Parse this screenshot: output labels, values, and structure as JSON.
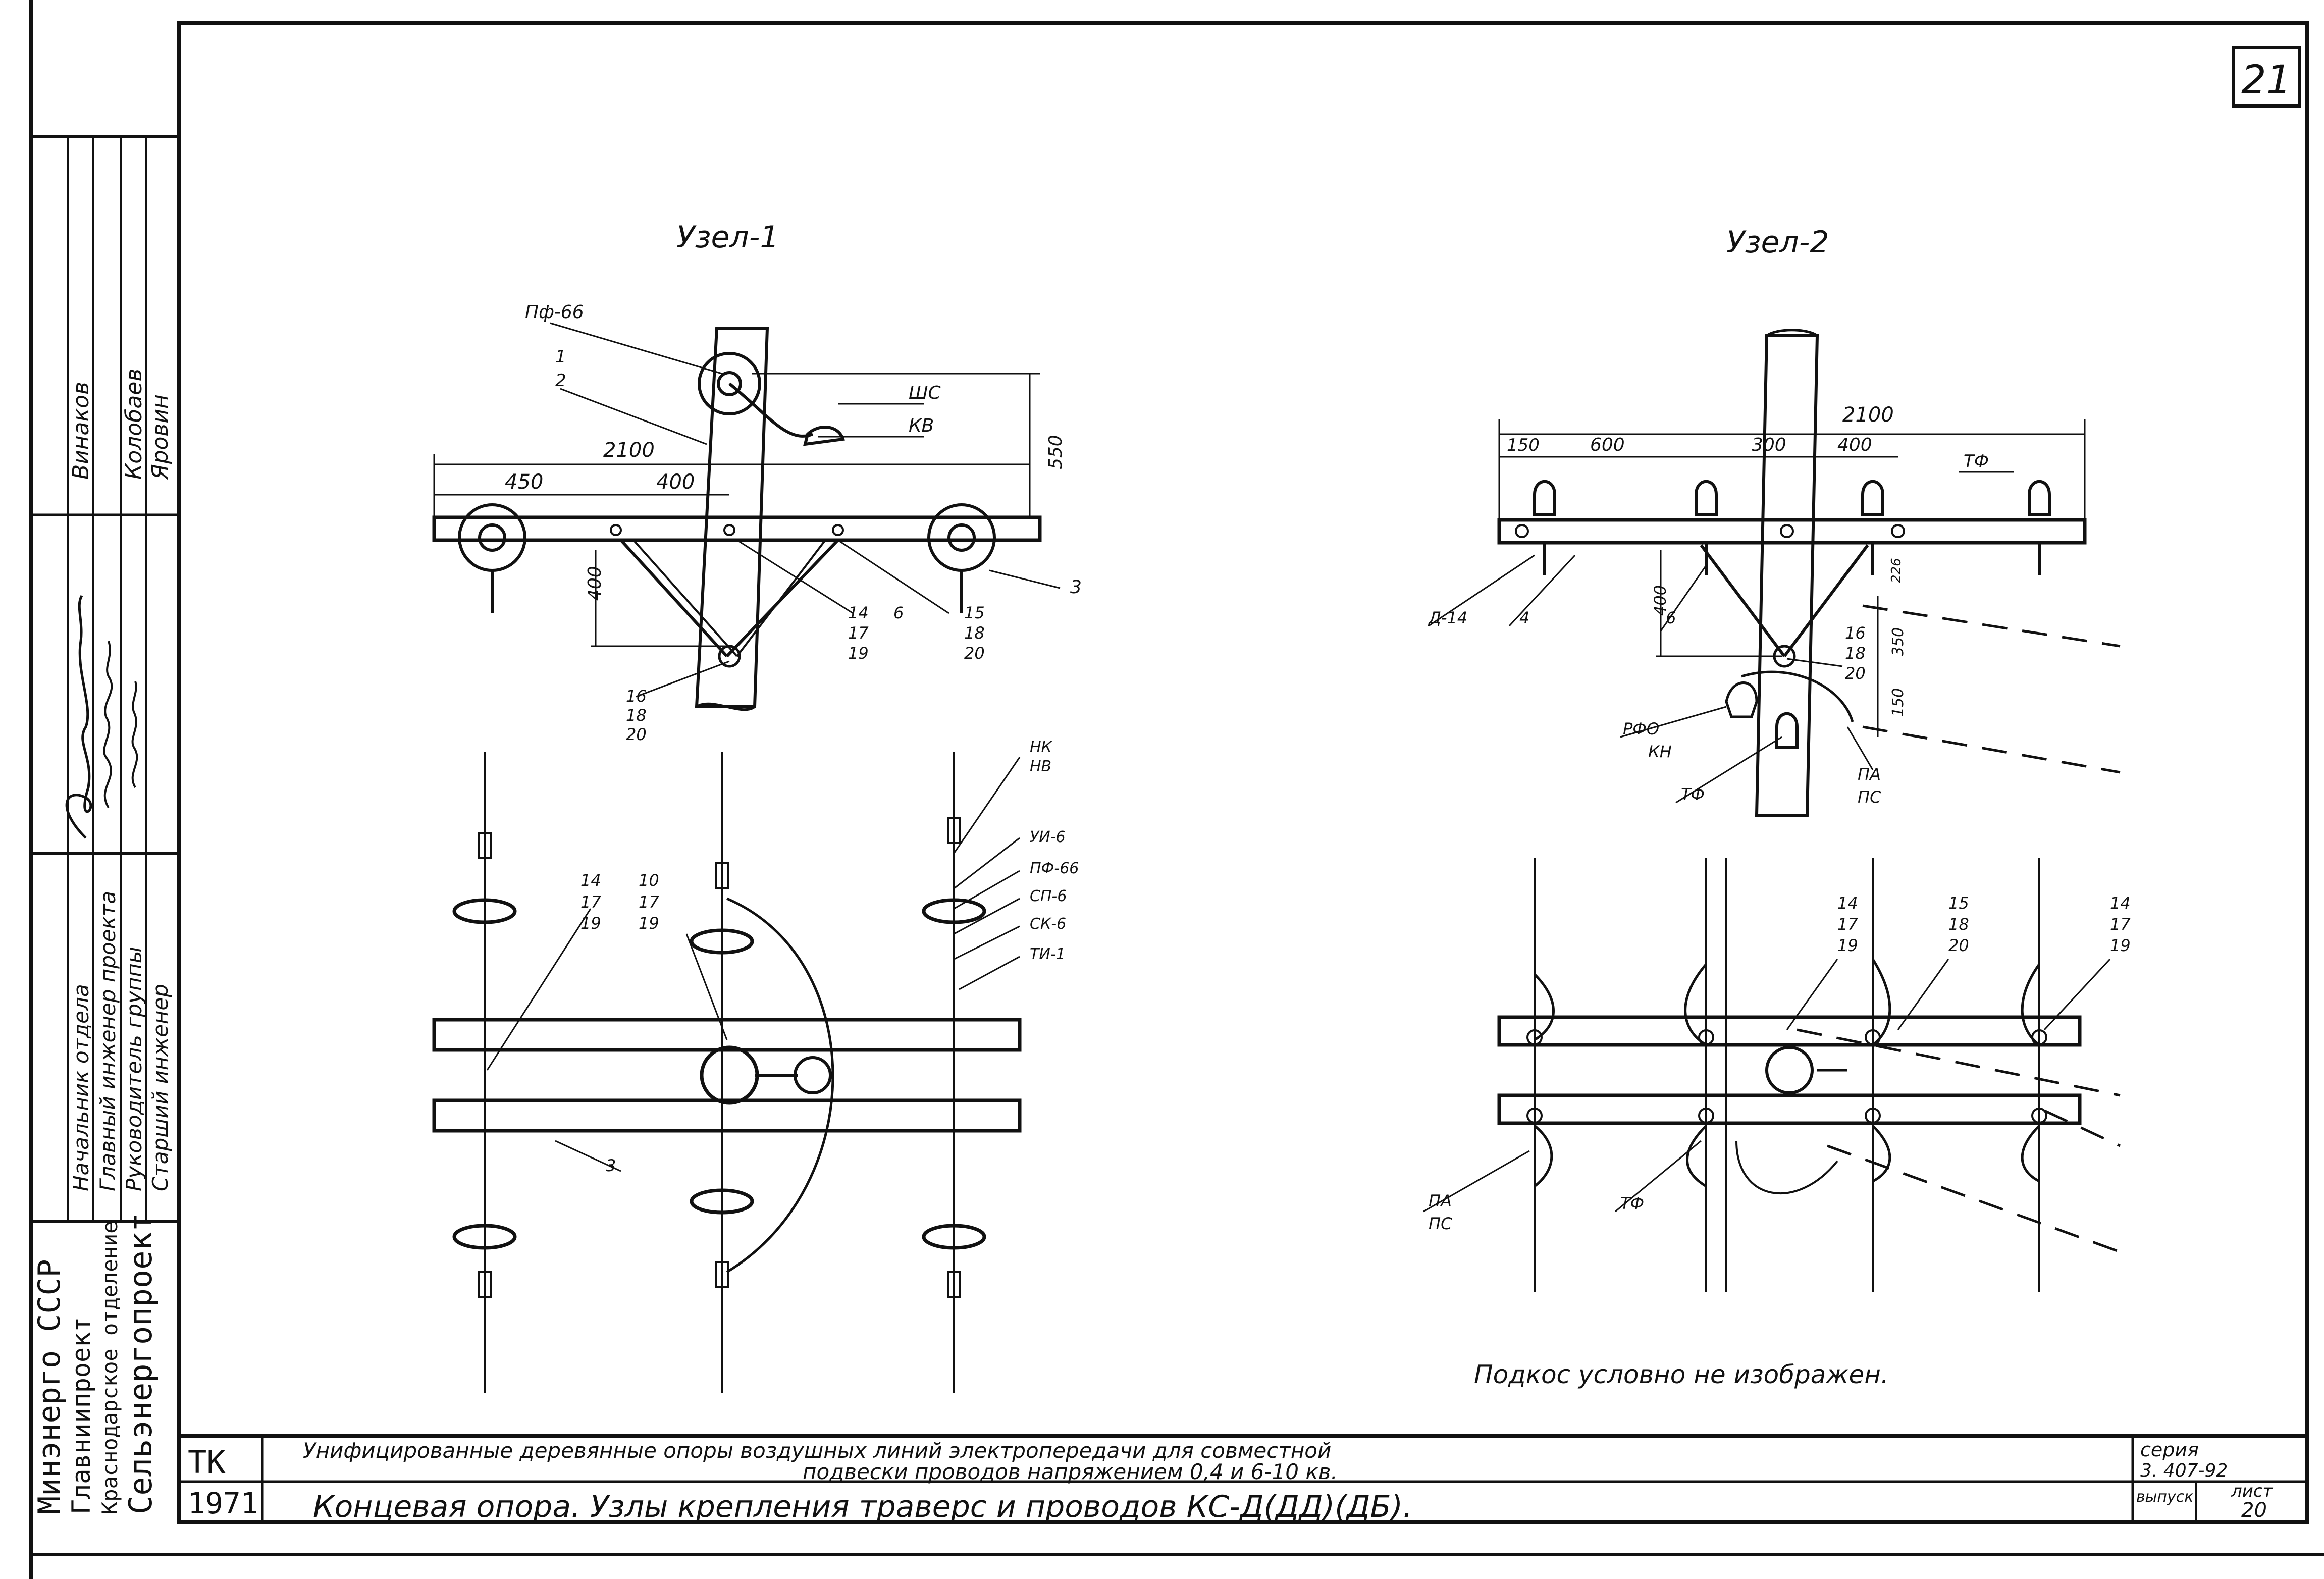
{
  "sheet_number": "21",
  "title_block": {
    "code": "ТК",
    "year": "1971",
    "title_line1": "Унифицированные деревянные опоры воздушных линий электропередачи для совместной",
    "title_line2": "подвески проводов напряжением 0,4 и 6-10 кв.",
    "subtitle": "Концевая опора.  Узлы крепления траверс и проводов  КС-Д(ДД)(ДБ).",
    "series_label": "серия",
    "series_value": "3. 407-92",
    "issue_label": "выпуск",
    "sheet_label": "лист",
    "sheet_value": "20"
  },
  "stamp": {
    "org_lines": [
      "Минэнерго СССР",
      "Главниипроект",
      "Краснодарское отделение",
      "Сельэнергопроект"
    ],
    "roles": [
      "Начальник отдела",
      "Главный инженер проекта",
      "Руководитель группы",
      "Старший инженер"
    ],
    "names": [
      "Винаков",
      "",
      "Колобаев",
      "Яровин"
    ]
  },
  "node1": {
    "title": "Узел-1",
    "labels": {
      "insulator": "Пф-66",
      "shs": "ШС",
      "kv": "КВ",
      "ref_1": "1",
      "ref_2": "2",
      "ref_3": "3",
      "ref_14": "14",
      "ref_6": "6",
      "ref_15": "15",
      "ref_17": "17",
      "ref_19": "19",
      "ref_18": "18",
      "ref_20": "20",
      "ref_16": "16"
    },
    "dims": {
      "total": "2100",
      "d450": "450",
      "d400": "400",
      "d550": "550",
      "v400": "400"
    },
    "bottom_labels": {
      "nk": "НК",
      "nv": "НВ",
      "ui6": "УИ-6",
      "pfu": "ПФ-66",
      "sp6": "СП-6",
      "sk6": "СК-6",
      "ti1": "ТИ-1",
      "g1a": "14",
      "g1b": "17",
      "g1c": "19",
      "g2a": "10",
      "g2b": "17",
      "g2c": "19",
      "ref_3b": "3"
    }
  },
  "node2": {
    "title": "Узел-2",
    "labels": {
      "tf": "ТФ",
      "d14": "Д-14",
      "ref_4": "4",
      "ref_6": "6",
      "ref_16": "16",
      "ref_18": "18",
      "ref_20": "20",
      "rfo": "РФО",
      "kn": "КН",
      "tf2": "ТФ",
      "pa": "ПА",
      "ps": "ПС"
    },
    "dims": {
      "total": "2100",
      "d150": "150",
      "d600": "600",
      "d300": "300",
      "d400": "400",
      "v400": "400",
      "v350": "350",
      "v150": "150",
      "v226": "226"
    },
    "bottom_labels": {
      "g1a": "14",
      "g1b": "17",
      "g1c": "19",
      "g2a": "15",
      "g2b": "18",
      "g2c": "20",
      "g3a": "14",
      "g3b": "17",
      "g3c": "19",
      "pa": "ПА",
      "ps": "ПС",
      "tf": "ТФ"
    },
    "note": "Подкос условно не изображен."
  }
}
